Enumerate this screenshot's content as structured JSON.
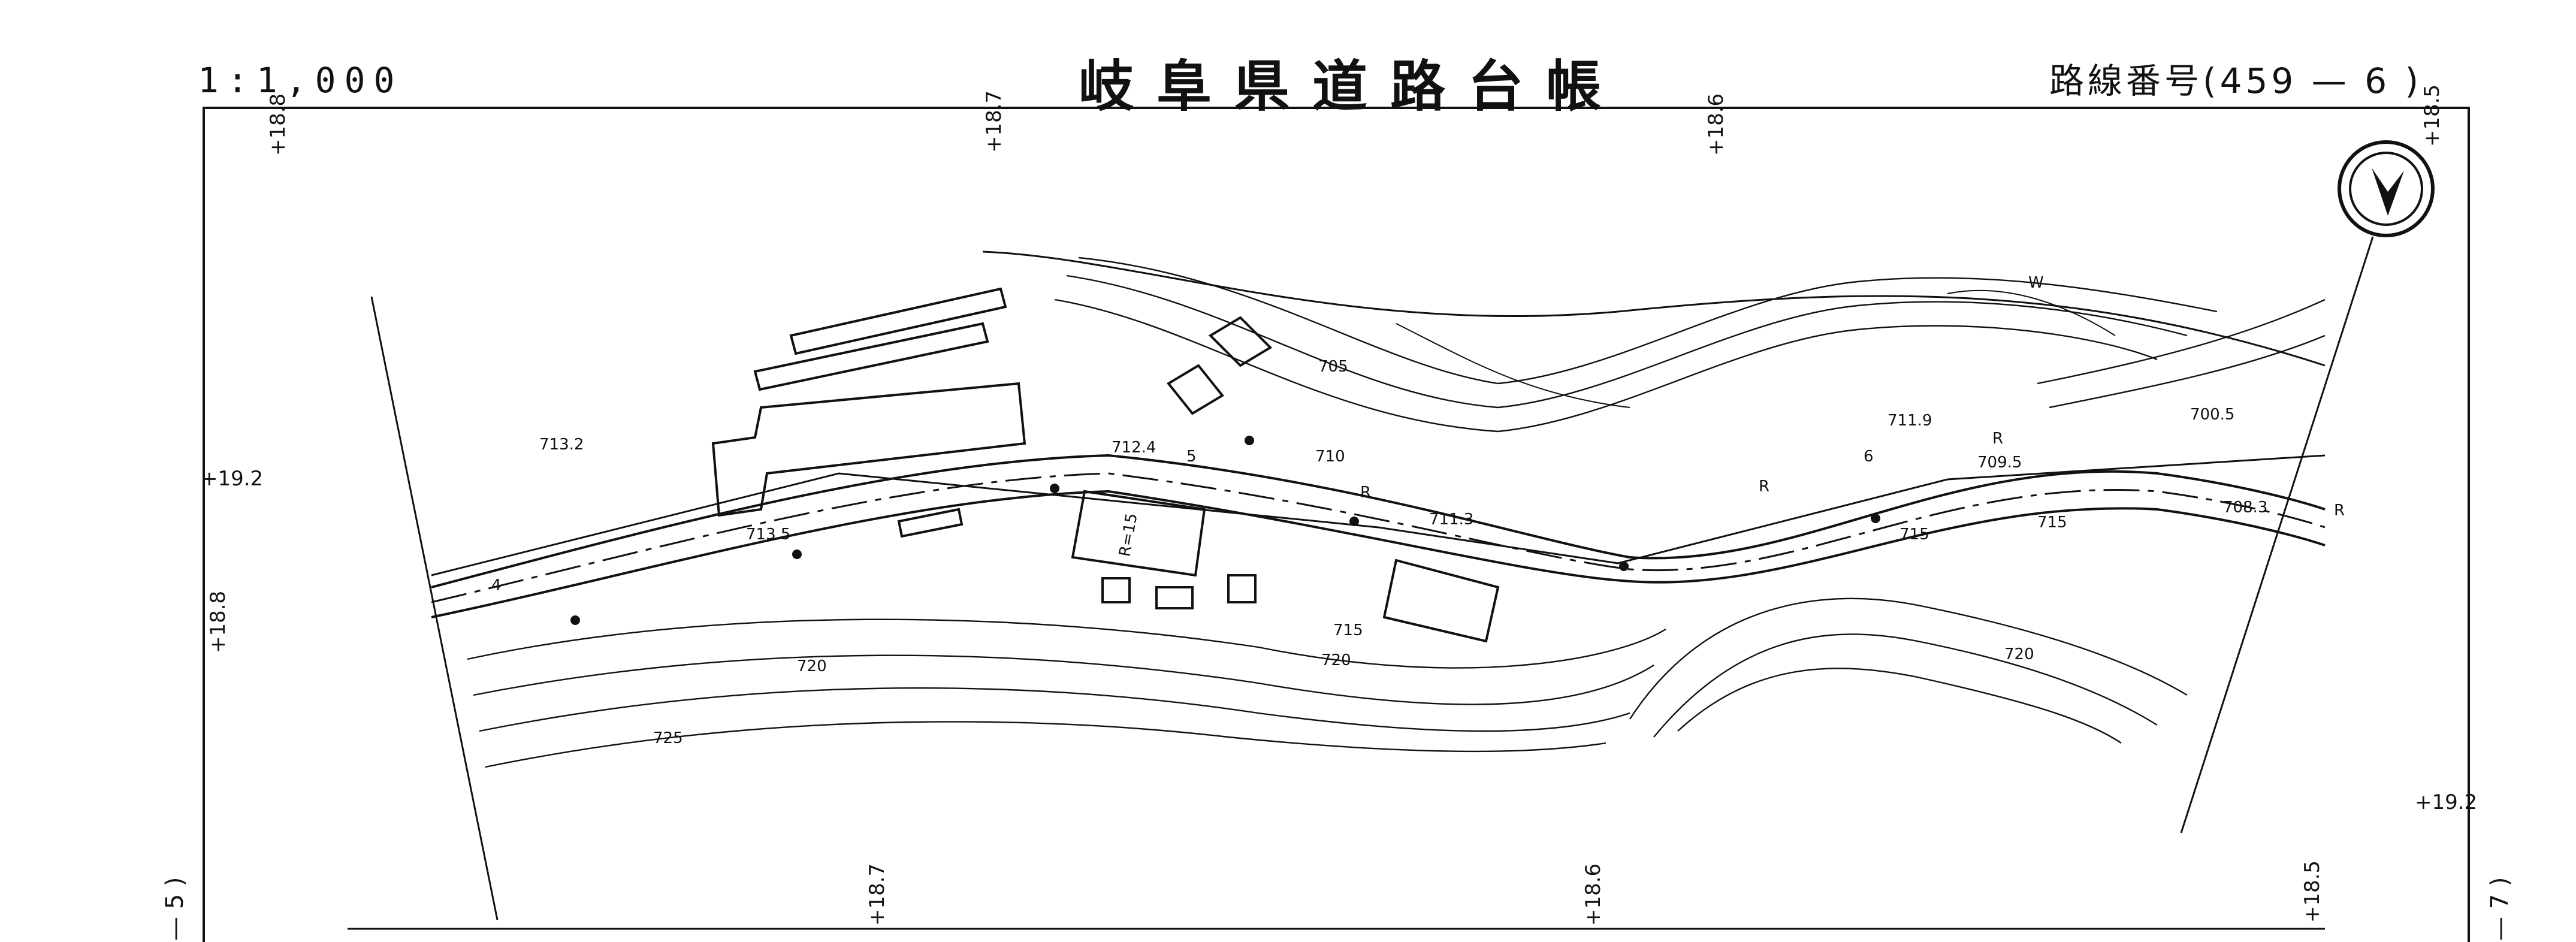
{
  "header": {
    "scale": "1:1,000",
    "title": "岐阜県道路台帳",
    "route_number": "路線番号(459 — 6 )"
  },
  "map": {
    "top_chainage_labels": [
      "+18.8",
      "+18.7",
      "+18.6",
      "+18.5"
    ],
    "bottom_chainage_labels": [
      "+18.7",
      "+18.6",
      "+18.5"
    ],
    "left_chainage_labels": [
      "+19.2",
      "+18.8"
    ],
    "right_chainage_labels": [
      "+19.2"
    ],
    "left_sheet_ref": "— 5 )",
    "right_sheet_ref": "— 7 )",
    "elevation_labels": [
      "713.2",
      "713.5",
      "712.4",
      "711.3",
      "711.9",
      "709.5",
      "708.3",
      "700.5"
    ],
    "contour_labels": [
      "705",
      "710",
      "715",
      "720",
      "725",
      "715",
      "720",
      "715",
      "720"
    ],
    "radius_label": "R=15",
    "road_markers": [
      "4",
      "5",
      "6",
      "R",
      "R",
      "R",
      "R",
      "W"
    ],
    "north_arrow": "north-arrow-icon"
  },
  "colors": {
    "paper": "#ffffff",
    "ink": "#111111"
  }
}
